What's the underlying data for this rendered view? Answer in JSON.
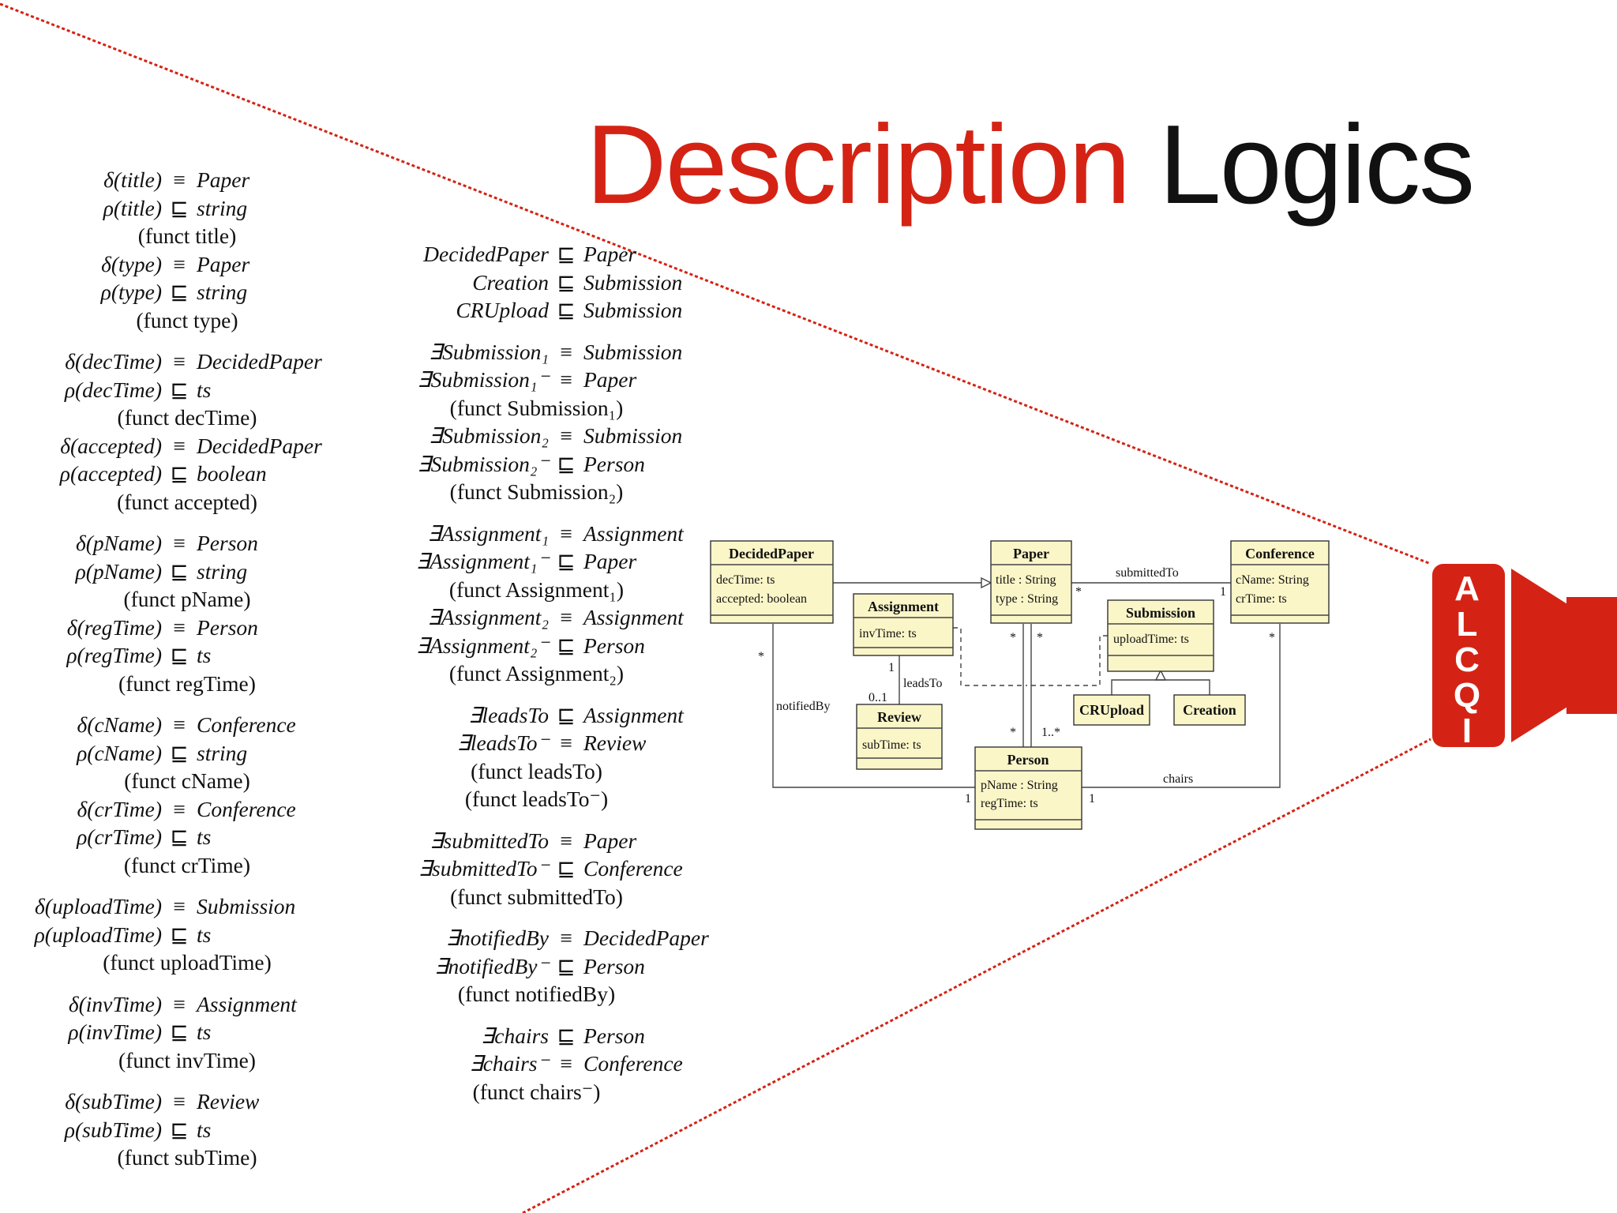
{
  "title": {
    "word1": "Description",
    "word2": "Logics"
  },
  "colors": {
    "accent": "#d42314",
    "uml_fill": "#fbf6c8"
  },
  "left_column": [
    {
      "lines": [
        {
          "lhs": "δ(title)",
          "op": "≡",
          "rhs": "Paper"
        },
        {
          "lhs": "ρ(title)",
          "op": "⊑",
          "rhs": "string"
        },
        {
          "funct": "(funct title)"
        },
        {
          "lhs": "δ(type)",
          "op": "≡",
          "rhs": "Paper"
        },
        {
          "lhs": "ρ(type)",
          "op": "⊑",
          "rhs": "string"
        },
        {
          "funct": "(funct type)"
        }
      ]
    },
    {
      "lines": [
        {
          "lhs": "δ(decTime)",
          "op": "≡",
          "rhs": "DecidedPaper"
        },
        {
          "lhs": "ρ(decTime)",
          "op": "⊑",
          "rhs": "ts"
        },
        {
          "funct": "(funct decTime)"
        },
        {
          "lhs": "δ(accepted)",
          "op": "≡",
          "rhs": "DecidedPaper"
        },
        {
          "lhs": "ρ(accepted)",
          "op": "⊑",
          "rhs": "boolean"
        },
        {
          "funct": "(funct accepted)"
        }
      ]
    },
    {
      "lines": [
        {
          "lhs": "δ(pName)",
          "op": "≡",
          "rhs": "Person"
        },
        {
          "lhs": "ρ(pName)",
          "op": "⊑",
          "rhs": "string"
        },
        {
          "funct": "(funct pName)"
        },
        {
          "lhs": "δ(regTime)",
          "op": "≡",
          "rhs": "Person"
        },
        {
          "lhs": "ρ(regTime)",
          "op": "⊑",
          "rhs": "ts"
        },
        {
          "funct": "(funct regTime)"
        }
      ]
    },
    {
      "lines": [
        {
          "lhs": "δ(cName)",
          "op": "≡",
          "rhs": "Conference"
        },
        {
          "lhs": "ρ(cName)",
          "op": "⊑",
          "rhs": "string"
        },
        {
          "funct": "(funct cName)"
        },
        {
          "lhs": "δ(crTime)",
          "op": "≡",
          "rhs": "Conference"
        },
        {
          "lhs": "ρ(crTime)",
          "op": "⊑",
          "rhs": "ts"
        },
        {
          "funct": "(funct crTime)"
        }
      ]
    },
    {
      "lines": [
        {
          "lhs": "δ(uploadTime)",
          "op": "≡",
          "rhs": "Submission"
        },
        {
          "lhs": "ρ(uploadTime)",
          "op": "⊑",
          "rhs": "ts"
        },
        {
          "funct": "(funct uploadTime)"
        }
      ]
    },
    {
      "lines": [
        {
          "lhs": "δ(invTime)",
          "op": "≡",
          "rhs": "Assignment"
        },
        {
          "lhs": "ρ(invTime)",
          "op": "⊑",
          "rhs": "ts"
        },
        {
          "funct": "(funct invTime)"
        }
      ]
    },
    {
      "lines": [
        {
          "lhs": "δ(subTime)",
          "op": "≡",
          "rhs": "Review"
        },
        {
          "lhs": "ρ(subTime)",
          "op": "⊑",
          "rhs": "ts"
        },
        {
          "funct": "(funct subTime)"
        }
      ]
    }
  ],
  "right_column": [
    {
      "lines": [
        {
          "lhs": "DecidedPaper",
          "op": "⊑",
          "rhs": "Paper"
        },
        {
          "lhs": "Creation",
          "op": "⊑",
          "rhs": "Submission"
        },
        {
          "lhs": "CRUpload",
          "op": "⊑",
          "rhs": "Submission"
        }
      ]
    },
    {
      "lines": [
        {
          "lhs": "∃Submission₁",
          "op": "≡",
          "rhs": "Submission"
        },
        {
          "lhs": "∃Submission₁⁻",
          "op": "≡",
          "rhs": "Paper"
        },
        {
          "funct": "(funct Submission₁)"
        },
        {
          "lhs": "∃Submission₂",
          "op": "≡",
          "rhs": "Submission"
        },
        {
          "lhs": "∃Submission₂⁻",
          "op": "⊑",
          "rhs": "Person"
        },
        {
          "funct": "(funct Submission₂)"
        }
      ]
    },
    {
      "lines": [
        {
          "lhs": "∃Assignment₁",
          "op": "≡",
          "rhs": "Assignment"
        },
        {
          "lhs": "∃Assignment₁⁻",
          "op": "⊑",
          "rhs": "Paper"
        },
        {
          "funct": "(funct Assignment₁)"
        },
        {
          "lhs": "∃Assignment₂",
          "op": "≡",
          "rhs": "Assignment"
        },
        {
          "lhs": "∃Assignment₂⁻",
          "op": "⊑",
          "rhs": "Person"
        },
        {
          "funct": "(funct Assignment₂)"
        }
      ]
    },
    {
      "lines": [
        {
          "lhs": "∃leadsTo",
          "op": "⊑",
          "rhs": "Assignment"
        },
        {
          "lhs": "∃leadsTo⁻",
          "op": "≡",
          "rhs": "Review"
        },
        {
          "funct": "(funct leadsTo)"
        },
        {
          "funct": "(funct leadsTo⁻)"
        }
      ]
    },
    {
      "lines": [
        {
          "lhs": "∃submittedTo",
          "op": "≡",
          "rhs": "Paper"
        },
        {
          "lhs": "∃submittedTo⁻",
          "op": "⊑",
          "rhs": "Conference"
        },
        {
          "funct": "(funct submittedTo)"
        }
      ]
    },
    {
      "lines": [
        {
          "lhs": "∃notifiedBy",
          "op": "≡",
          "rhs": "DecidedPaper"
        },
        {
          "lhs": "∃notifiedBy⁻",
          "op": "⊑",
          "rhs": "Person"
        },
        {
          "funct": "(funct notifiedBy)"
        }
      ]
    },
    {
      "lines": [
        {
          "lhs": "∃chairs",
          "op": "⊑",
          "rhs": "Person"
        },
        {
          "lhs": "∃chairs⁻",
          "op": "≡",
          "rhs": "Conference"
        },
        {
          "funct": "(funct chairs⁻)"
        }
      ]
    }
  ],
  "uml": {
    "classes": {
      "decided_paper": {
        "name": "DecidedPaper",
        "attrs": [
          "decTime: ts",
          "accepted: boolean"
        ]
      },
      "paper": {
        "name": "Paper",
        "attrs": [
          "title : String",
          "type : String"
        ]
      },
      "conference": {
        "name": "Conference",
        "attrs": [
          "cName: String",
          "crTime: ts"
        ]
      },
      "assignment": {
        "name": "Assignment",
        "attrs": [
          "invTime: ts"
        ]
      },
      "submission": {
        "name": "Submission",
        "attrs": [
          "uploadTime: ts"
        ]
      },
      "review": {
        "name": "Review",
        "attrs": [
          "subTime: ts"
        ]
      },
      "crupload": {
        "name": "CRUpload",
        "attrs": []
      },
      "creation": {
        "name": "Creation",
        "attrs": []
      },
      "person": {
        "name": "Person",
        "attrs": [
          "pName : String",
          "regTime: ts"
        ]
      }
    },
    "labels": {
      "submitted_to": "submittedTo",
      "leads_to": "leadsTo",
      "notified_by": "notifiedBy",
      "chairs": "chairs"
    },
    "multiplicities": {
      "paper_conf_star": "*",
      "paper_conf_one": "1",
      "paper_person_star_a": "*",
      "paper_person_star_b": "*",
      "person_star": "*",
      "person_one_many": "1..*",
      "assign_one": "1",
      "review_zero_one": "0..1",
      "decided_star": "*",
      "person_one_left": "1",
      "person_one_right": "1",
      "conf_star": "*"
    }
  },
  "logo": {
    "letters": [
      "A",
      "L",
      "C",
      "Q",
      "I"
    ]
  }
}
